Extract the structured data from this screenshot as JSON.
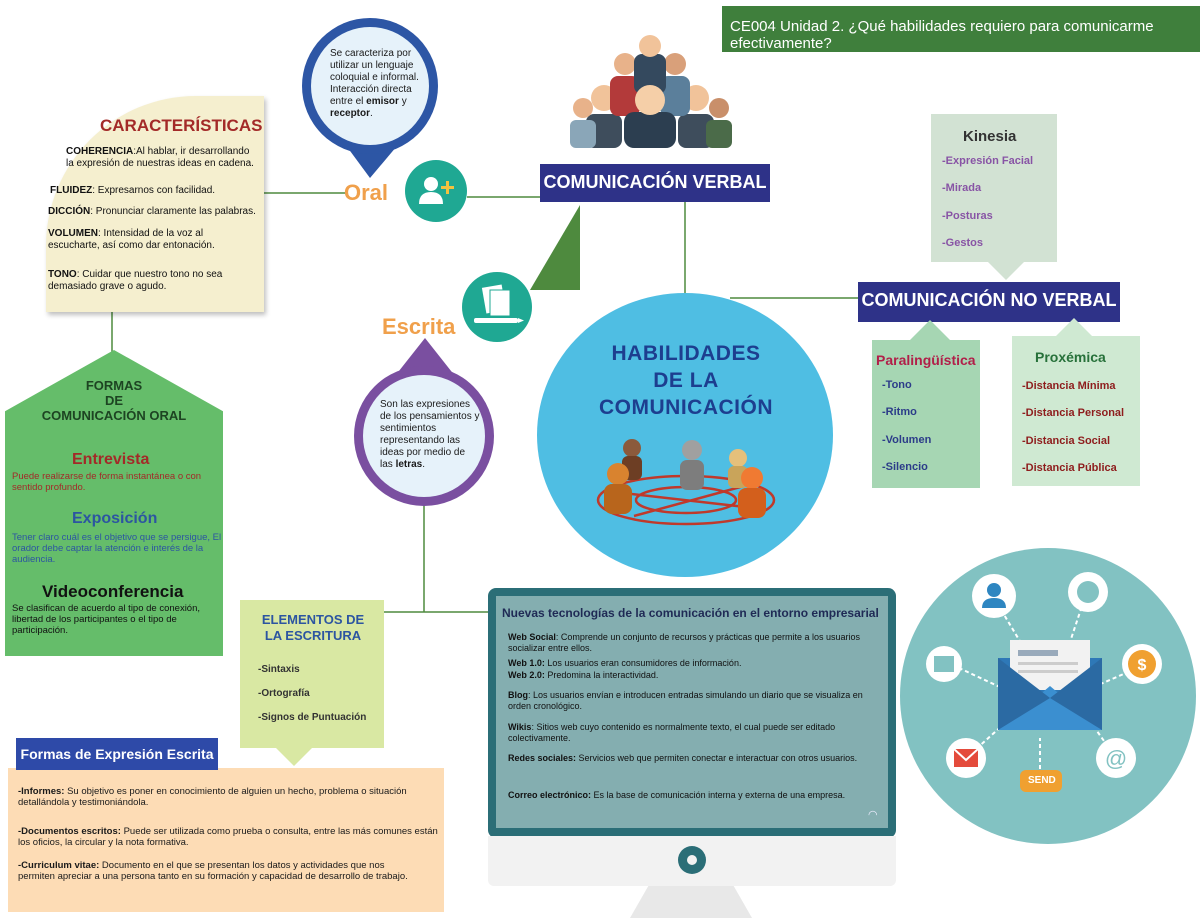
{
  "header": "CE004  Unidad 2. ¿Qué habilidades requiero para comunicarme efectivamente?",
  "center": {
    "line1": "HABILIDADES",
    "line2": "DE LA",
    "line3": "COMUNICACIÓN"
  },
  "verbal": "COMUNICACIÓN VERBAL",
  "no_verbal": "COMUNICACIÓN NO VERBAL",
  "oral": {
    "label": "Oral",
    "bubble_pre": "Se caracteriza por utilizar un lenguaje coloquial e informal. Interacción directa entre el ",
    "emisor": "emisor",
    "y": " y ",
    "receptor": "receptor",
    "end": "."
  },
  "escrita": {
    "label": "Escrita",
    "bubble_pre": "Son las expresiones de los pensamientos y sentimientos representando las ideas por medio de las ",
    "letras": "letras",
    "end": "."
  },
  "caracteristicas": {
    "title": "CARACTERÍSTICAS",
    "items": [
      {
        "term": "COHERENCIA",
        "text": ":Al hablar, ir desarrollando la expresión de nuestras ideas en cadena."
      },
      {
        "term": "FLUIDEZ",
        "text": ": Expresarnos con facilidad."
      },
      {
        "term": "DICCIÓN",
        "text": ": Pronunciar claramente las palabras."
      },
      {
        "term": "VOLUMEN",
        "text": ": Intensidad de la voz al escucharte, así como dar entonación."
      },
      {
        "term": "TONO",
        "text": ": Cuidar que nuestro tono no sea demasiado grave o agudo."
      }
    ]
  },
  "formas_oral": {
    "title_line1": "FORMAS",
    "title_line2": "DE",
    "title_line3": "COMUNICACIÓN ORAL",
    "items": [
      {
        "heading": "Entrevista",
        "text": "Puede realizarse de forma instantánea o con sentido profundo.",
        "color": "#a32a28"
      },
      {
        "heading": "Exposición",
        "text": "Tener claro cuál es el objetivo que se persigue, El orador debe captar la atención e interés de la audiencia.",
        "color": "#2c55a1"
      },
      {
        "heading": "Videoconferencia",
        "text": "Se clasifican de acuerdo al tipo de conexión, libertad de los participantes o el tipo de participación.",
        "color": "#111111"
      }
    ]
  },
  "kinesia": {
    "title": "Kinesia",
    "items": [
      "-Expresión Facial",
      "-Mirada",
      "-Posturas",
      "-Gestos"
    ]
  },
  "paralinguistica": {
    "title": "Paralingüística",
    "items": [
      "-Tono",
      "-Ritmo",
      "-Volumen",
      "-Silencio"
    ]
  },
  "proxemica": {
    "title": "Proxémica",
    "items": [
      "-Distancia Mínima",
      "-Distancia Personal",
      "-Distancia Social",
      "-Distancia Pública"
    ]
  },
  "elementos": {
    "title_line1": "ELEMENTOS DE",
    "title_line2": "LA ESCRITURA",
    "items": [
      "-Sintaxis",
      "-Ortografía",
      "-Signos de Puntuación"
    ]
  },
  "formas_escrita": {
    "title": "Formas de Expresión Escrita",
    "items": [
      {
        "term": "-Informes:",
        "text": " Su objetivo es poner en conocimiento de alguien un hecho, problema o situación detallándola y testimoniándola."
      },
      {
        "term": "-Documentos escritos:",
        "text": " Puede ser utilizada como prueba o consulta, entre las más comunes están los oficios, la circular y la nota formativa."
      },
      {
        "term": "-Curriculum vitae:",
        "text": " Documento en el que se presentan los datos y actividades que nos permiten apreciar a una persona tanto en su formación y capacidad de desarrollo de trabajo."
      }
    ]
  },
  "tecnologias": {
    "title": "Nuevas tecnologías de la comunicación en el entorno empresarial",
    "items": [
      {
        "term": "Web Social",
        "text": ": Comprende un conjunto de recursos y prácticas que permite a los usuarios socializar entre ellos."
      },
      {
        "term": "Web 1.0:",
        "text": " Los usuarios eran consumidores de información."
      },
      {
        "term": "Web 2.0:",
        "text": " Predomina la interactividad."
      },
      {
        "term": "Blog",
        "text": ": Los usuarios envían e introducen entradas simulando un diario que se visualiza en orden cronológico."
      },
      {
        "term": "Wikis",
        "text": ": Sitios web cuyo contenido es normalmente texto, el cual puede ser editado colectivamente."
      },
      {
        "term": "Redes sociales:",
        "text": " Servicios web que permiten conectar e interactuar con otros usuarios."
      },
      {
        "term": "Correo electrónico:",
        "text": " Es la base de comunicación interna y externa de una empresa."
      }
    ]
  },
  "send_label": "SEND",
  "colors": {
    "navy": "#2e3288",
    "green_header": "#3f7f3c",
    "teal": "#1fa893",
    "orange": "#f0a04b"
  }
}
